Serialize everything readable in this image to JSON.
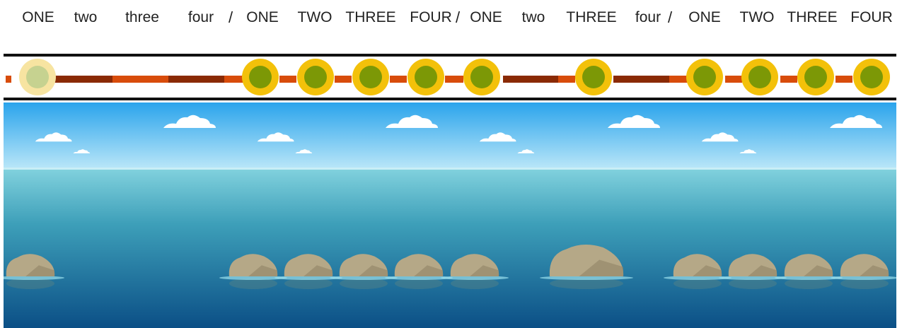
{
  "beat_words": [
    {
      "text": "ONE",
      "style": "upper"
    },
    {
      "text": "two",
      "style": "lower"
    },
    {
      "text": "three",
      "style": "lower"
    },
    {
      "text": "four",
      "style": "lower"
    },
    {
      "text": "/",
      "style": "sep"
    },
    {
      "text": "ONE",
      "style": "upper"
    },
    {
      "text": "TWO",
      "style": "upper"
    },
    {
      "text": "THREE",
      "style": "upper"
    },
    {
      "text": "FOUR",
      "style": "upper"
    },
    {
      "text": "/",
      "style": "sep"
    },
    {
      "text": "ONE",
      "style": "upper"
    },
    {
      "text": "two",
      "style": "lower"
    },
    {
      "text": "THREE",
      "style": "upper"
    },
    {
      "text": "four",
      "style": "lower"
    },
    {
      "text": "/",
      "style": "sep"
    },
    {
      "text": "ONE",
      "style": "upper"
    },
    {
      "text": "TWO",
      "style": "upper"
    },
    {
      "text": "THREE",
      "style": "upper"
    },
    {
      "text": "FOUR",
      "style": "upper"
    }
  ],
  "beat_states": [
    "current",
    "rest",
    "rest",
    "rest",
    "on",
    "on",
    "on",
    "on",
    "on",
    "rest",
    "on",
    "rest",
    "on",
    "on",
    "on",
    "on"
  ],
  "rock_kinds": [
    "rock",
    "none",
    "none",
    "none",
    "rock",
    "rock",
    "rock",
    "rock",
    "rock",
    "none",
    "big-rock",
    "none",
    "rock",
    "rock",
    "rock",
    "rock"
  ],
  "colors": {
    "dot_ring": "#f3c10a",
    "dot_core": "#7c9806",
    "dot_current_ring": "#f7e4a1",
    "dot_current_core": "#c6d290",
    "track_dark": "#8a2a04",
    "track_orange": "#d84c0b",
    "sky_top": "#2aa4ec",
    "sky_bottom": "#b9e6f8",
    "water_top": "#7fd0dd",
    "water_bottom": "#0b4f86",
    "rock": "#b5a887",
    "rock_shade": "#8c8063"
  },
  "icons": [
    "cloud-icon",
    "stepping-stone-icon",
    "beat-dot-icon"
  ]
}
